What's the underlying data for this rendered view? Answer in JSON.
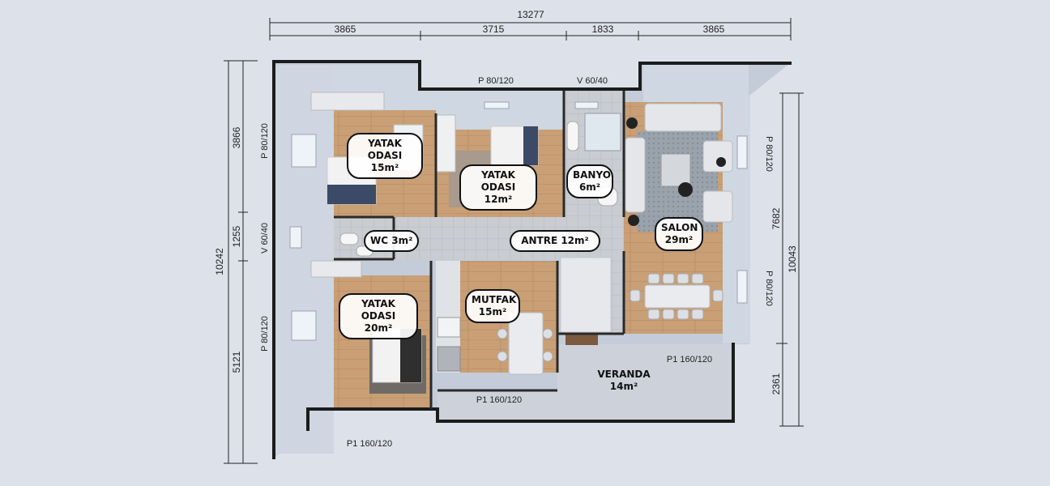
{
  "dimensions": {
    "top_total": "13277",
    "top_segments": [
      "3865",
      "3715",
      "1833",
      "3865"
    ],
    "left_total": "10242",
    "left_segments": [
      "3866",
      "1255",
      "5121"
    ],
    "right_total": "10043",
    "right_segments": [
      "7682",
      "2361"
    ]
  },
  "openings": {
    "top_window_1": "P 80/120",
    "top_window_2": "V 60/40",
    "left_window_1": "P 80/120",
    "left_window_2": "V 60/40",
    "left_window_3": "P 80/120",
    "right_window_1": "P 80/120",
    "right_window_2": "P 80/120",
    "bottom_door_1": "P1 160/120",
    "bottom_door_2": "P1 160/120",
    "veranda_door": "P1 160/120"
  },
  "rooms": {
    "bedroom1": {
      "name": "YATAK ODASI",
      "area": "15m²"
    },
    "bedroom2": {
      "name": "YATAK ODASI",
      "area": "12m²"
    },
    "bathroom": {
      "name": "BANYO",
      "area": "6m²"
    },
    "salon": {
      "name": "SALON",
      "area": "29m²"
    },
    "wc": {
      "name": "WC 3m²"
    },
    "entrance": {
      "name": "ANTRE 12m²"
    },
    "kitchen": {
      "name": "MUTFAK",
      "area": "15m²"
    },
    "bedroom3": {
      "name": "YATAK ODASI",
      "area": "20m²"
    },
    "veranda": {
      "name": "VERANDA",
      "area": "14m²"
    }
  },
  "colors": {
    "background": "#dde1ea",
    "wall": "#1c1c1c",
    "wood_floor": "#c9a27a",
    "tile_floor": "#c8ccd2",
    "wall_interior": "#b8c4d6"
  }
}
